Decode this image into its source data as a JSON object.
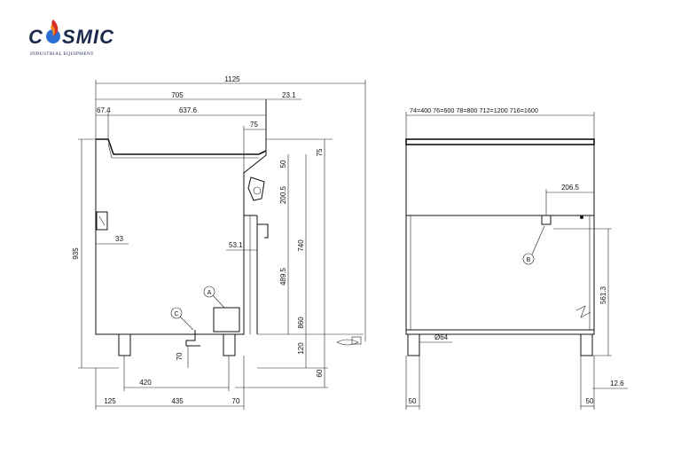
{
  "logo": {
    "word_before": "C",
    "word_after": "SMIC",
    "tagline": "INDUSTRIAL EQUIPMENT",
    "colors": {
      "navy": "#1b2a4a",
      "red": "#d62b27",
      "orange": "#f08a24",
      "blue": "#2a6fd1"
    }
  },
  "front_view": {
    "dims": {
      "overall_width": "1125",
      "top_705": "705",
      "top_23_1": "23.1",
      "left_67_4": "67.4",
      "top_637_6": "637.6",
      "top_75": "75",
      "right_75": "75",
      "right_50": "50",
      "right_200_5": "200.5",
      "right_740": "740",
      "right_860": "860",
      "right_489_5": "489.5",
      "right_120": "120",
      "right_60": "60",
      "left_935": "935",
      "tap_33": "33",
      "dim_53_1": "53.1",
      "leg_70": "70",
      "bottom_420": "420",
      "bottom_125": "125",
      "bottom_435": "435",
      "bottom_70": "70"
    },
    "markers": {
      "a": "A",
      "c": "C"
    }
  },
  "side_view": {
    "sizes_label": "74=400  76=600  78=800  712=1200  716=1600",
    "dims": {
      "dim_206_5": "206.5",
      "dim_561_3": "561.3",
      "diameter_64": "Ø64",
      "bottom_50_left": "50",
      "bottom_50_right": "50",
      "dim_12_6": "12.6"
    },
    "markers": {
      "b": "B"
    }
  }
}
